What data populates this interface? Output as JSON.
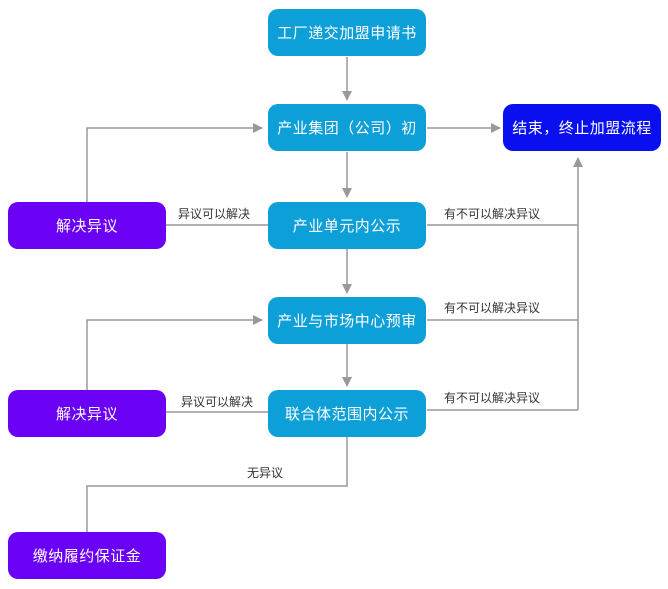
{
  "nodes": {
    "apply": "工厂递交加盟申请书",
    "group_initial": "产业集团（公司）初",
    "end": "结束，终止加盟流程",
    "unit_publicity": "产业单元内公示",
    "resolve_1": "解决异议",
    "market_precheck": "产业与市场中心预审",
    "joint_publicity": "联合体范围内公示",
    "resolve_2": "解决异议",
    "deposit": "缴纳履约保证金"
  },
  "edges": {
    "resolvable_1": "异议可以解决",
    "unresolvable_1": "有不可以解决异议",
    "unresolvable_2": "有不可以解决异议",
    "resolvable_2": "异议可以解决",
    "unresolvable_3": "有不可以解决异议",
    "no_objection": "无异议"
  },
  "colors": {
    "blue_node": "#0c9fd8",
    "purple_node": "#6a00f4",
    "end_node": "#0a0ff0",
    "connector": "#999999"
  }
}
